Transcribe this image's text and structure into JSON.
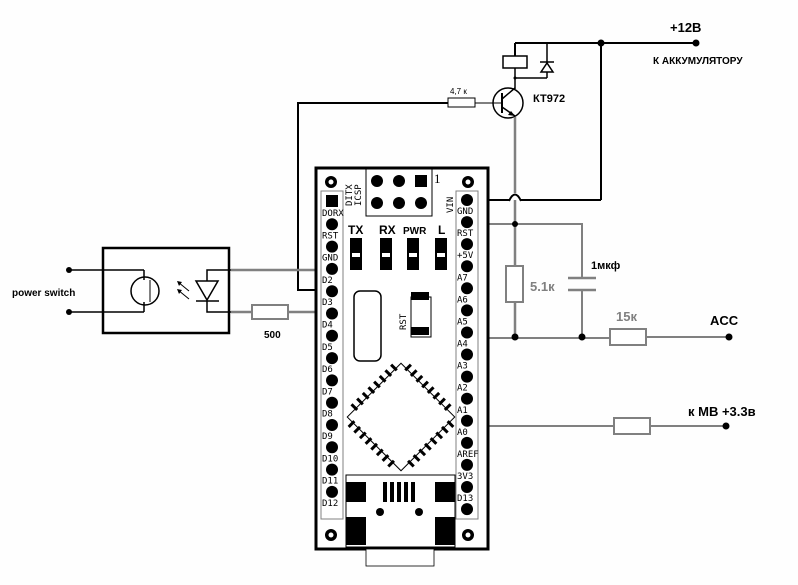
{
  "diagram": {
    "title": "Arduino Nano power control circuit",
    "labels": {
      "supply_voltage": "+12В",
      "supply_target": "К АККУМУЛЯТОРУ",
      "transistor": "КТ972",
      "base_resistor": "4,7 к",
      "pulldown_resistor": "5.1к",
      "capacitor": "1мкф",
      "acc_resistor": "15к",
      "acc_input": "ACC",
      "mb_input": "к МВ +3.3в",
      "power_switch": "power switch",
      "led_resistor": "500"
    },
    "board": {
      "icsp_label_1": "DITX",
      "icsp_label_2": "ICSP",
      "icsp_pin1": "1",
      "leds": [
        "TX",
        "RX",
        "PWR",
        "L"
      ],
      "reset_button": "RST",
      "left_pins": [
        "DORX",
        "RST",
        "GND",
        "D2",
        "D3",
        "D4",
        "D5",
        "D6",
        "D7",
        "D8",
        "D9",
        "D10",
        "D11",
        "D12"
      ],
      "right_pins": [
        "VIN",
        "GND",
        "RST",
        "+5V",
        "A7",
        "A6",
        "A5",
        "A4",
        "A3",
        "A2",
        "A1",
        "A0",
        "AREF",
        "3V3",
        "D13"
      ]
    }
  }
}
